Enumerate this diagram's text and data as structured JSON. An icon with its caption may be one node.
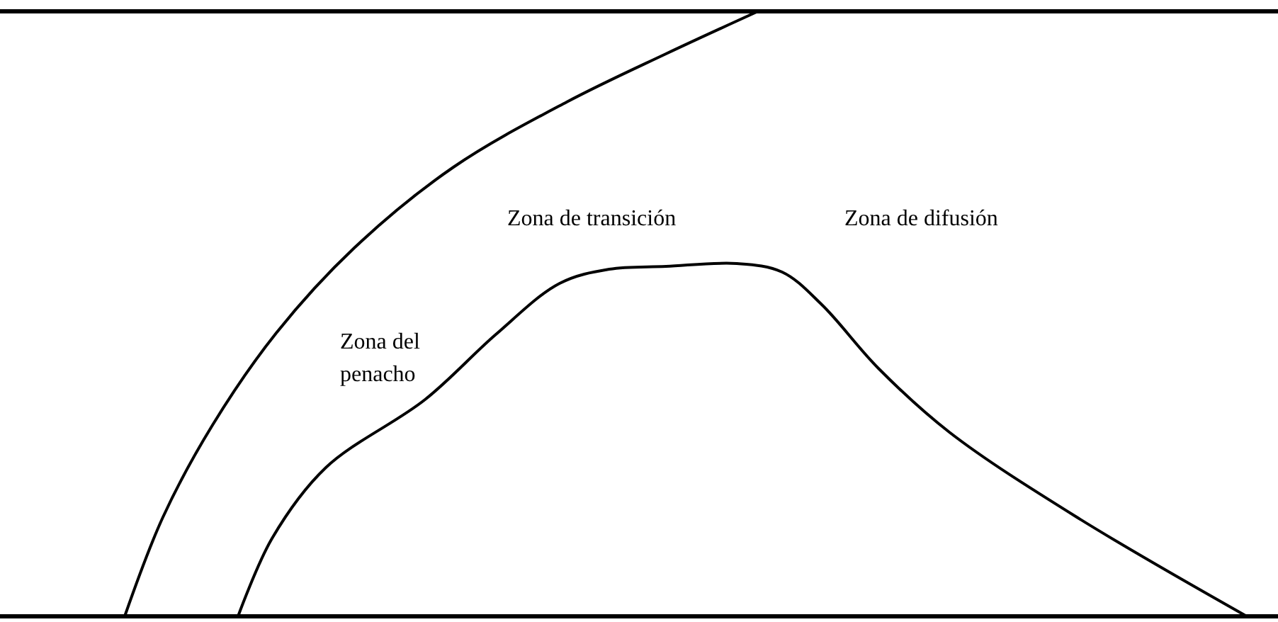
{
  "diagram": {
    "labels": [
      "Zona de transición",
      "Zona de difusión",
      "Zona del penacho"
    ]
  }
}
